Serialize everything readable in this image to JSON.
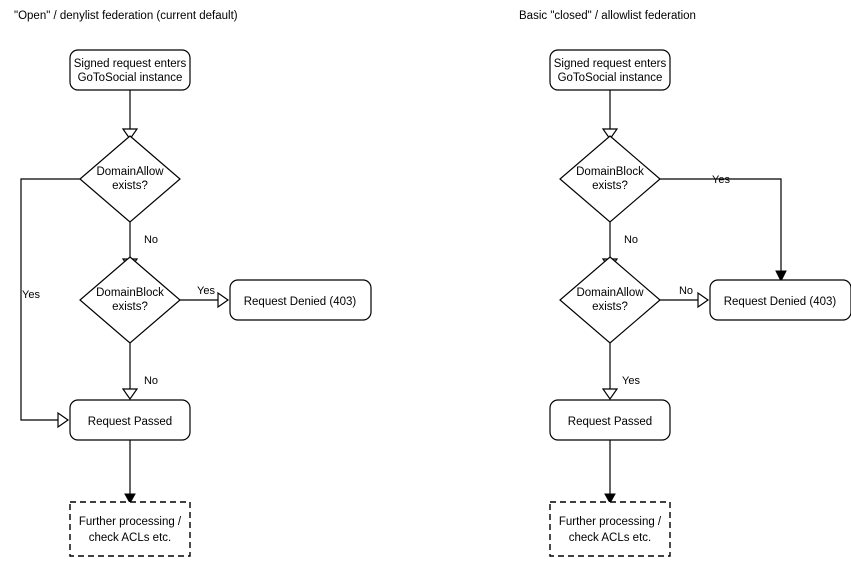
{
  "diagram": {
    "title_left": "\"Open\" / denylist federation (current default)",
    "title_right": "Basic \"closed\" / allowlist federation",
    "colors": {
      "stroke": "#000000",
      "fill": "#ffffff",
      "text": "#000000"
    },
    "panels": [
      {
        "id": "denylist",
        "title": "\"Open\" / denylist federation (current default)",
        "nodes": {
          "start": {
            "label_line1": "Signed request enters",
            "label_line2": "GoToSocial instance",
            "shape": "rounded-rect"
          },
          "decision1": {
            "label_line1": "DomainAllow",
            "label_line2": "exists?",
            "shape": "diamond"
          },
          "decision2": {
            "label_line1": "DomainBlock",
            "label_line2": "exists?",
            "shape": "diamond"
          },
          "denied": {
            "label": "Request Denied (403)",
            "shape": "rounded-rect"
          },
          "passed": {
            "label": "Request Passed",
            "shape": "rounded-rect"
          },
          "further": {
            "label_line1": "Further processing /",
            "label_line2": "check ACLs etc.",
            "shape": "dashed-rect"
          }
        },
        "edges": [
          {
            "from": "start",
            "to": "decision1",
            "label": ""
          },
          {
            "from": "decision1",
            "to": "passed",
            "label": "Yes"
          },
          {
            "from": "decision1",
            "to": "decision2",
            "label": "No"
          },
          {
            "from": "decision2",
            "to": "denied",
            "label": "Yes"
          },
          {
            "from": "decision2",
            "to": "passed",
            "label": "No"
          },
          {
            "from": "passed",
            "to": "further",
            "label": ""
          }
        ]
      },
      {
        "id": "allowlist",
        "title": "Basic \"closed\" / allowlist federation",
        "nodes": {
          "start": {
            "label_line1": "Signed request enters",
            "label_line2": "GoToSocial instance",
            "shape": "rounded-rect"
          },
          "decision1": {
            "label_line1": "DomainBlock",
            "label_line2": "exists?",
            "shape": "diamond"
          },
          "decision2": {
            "label_line1": "DomainAllow",
            "label_line2": "exists?",
            "shape": "diamond"
          },
          "denied": {
            "label": "Request Denied (403)",
            "shape": "rounded-rect"
          },
          "passed": {
            "label": "Request Passed",
            "shape": "rounded-rect"
          },
          "further": {
            "label_line1": "Further processing /",
            "label_line2": "check ACLs etc.",
            "shape": "dashed-rect"
          }
        },
        "edges": [
          {
            "from": "start",
            "to": "decision1",
            "label": ""
          },
          {
            "from": "decision1",
            "to": "denied",
            "label": "Yes"
          },
          {
            "from": "decision1",
            "to": "decision2",
            "label": "No"
          },
          {
            "from": "decision2",
            "to": "denied",
            "label": "No"
          },
          {
            "from": "decision2",
            "to": "passed",
            "label": "Yes"
          },
          {
            "from": "passed",
            "to": "further",
            "label": ""
          }
        ]
      }
    ]
  }
}
